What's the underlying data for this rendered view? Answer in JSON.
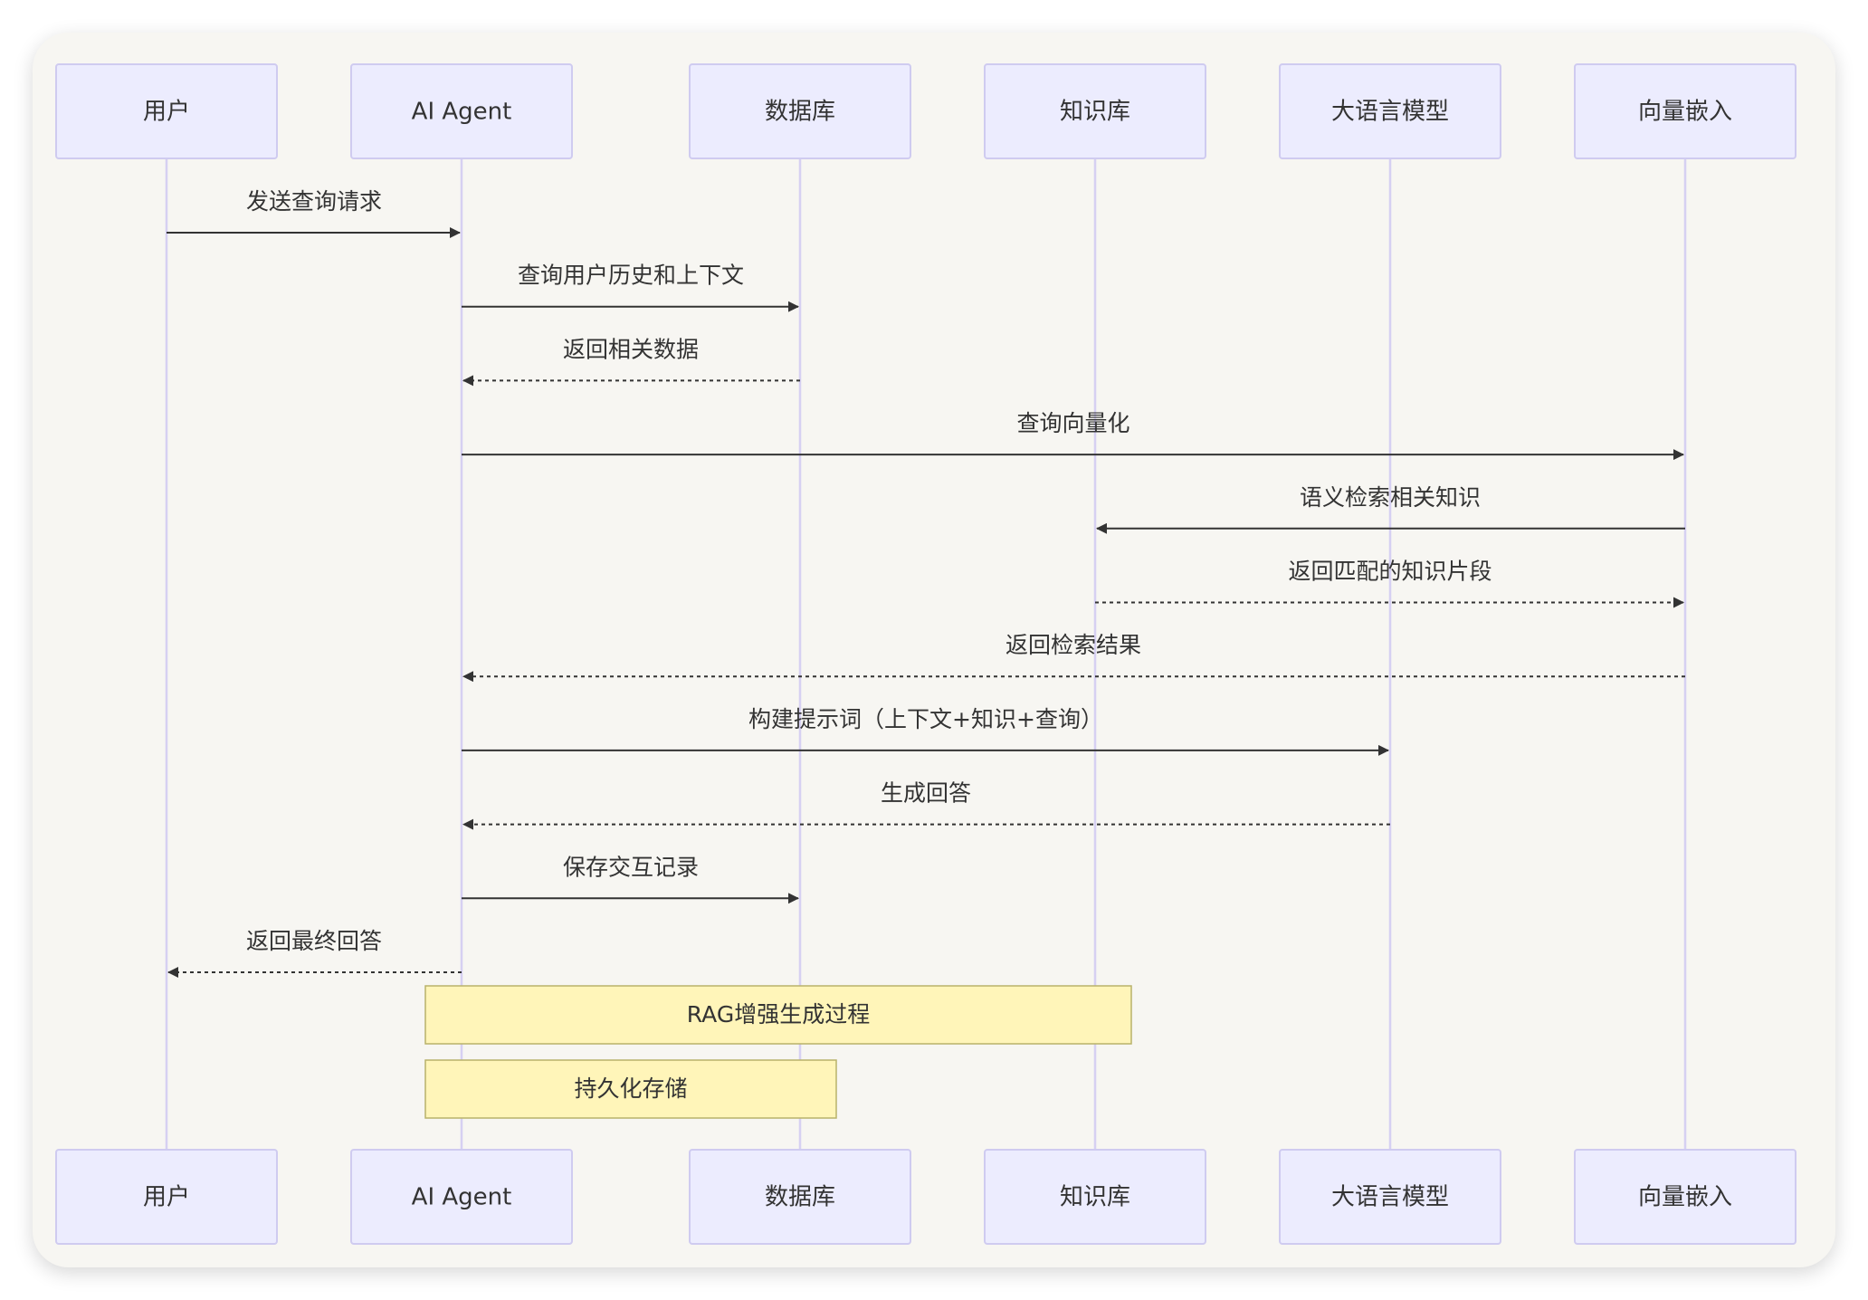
{
  "diagram": {
    "type": "sequence",
    "participants": [
      "用户",
      "AI Agent",
      "数据库",
      "知识库",
      "大语言模型",
      "向量嵌入"
    ],
    "messages": [
      {
        "from": 0,
        "to": 1,
        "label": "发送查询请求",
        "style": "solid"
      },
      {
        "from": 1,
        "to": 2,
        "label": "查询用户历史和上下文",
        "style": "solid"
      },
      {
        "from": 2,
        "to": 1,
        "label": "返回相关数据",
        "style": "dashed"
      },
      {
        "from": 1,
        "to": 5,
        "label": "查询向量化",
        "style": "solid"
      },
      {
        "from": 5,
        "to": 3,
        "label": "语义检索相关知识",
        "style": "solid"
      },
      {
        "from": 3,
        "to": 5,
        "label": "返回匹配的知识片段",
        "style": "dashed"
      },
      {
        "from": 5,
        "to": 1,
        "label": "返回检索结果",
        "style": "dashed"
      },
      {
        "from": 1,
        "to": 4,
        "label": "构建提示词（上下文+知识+查询）",
        "style": "solid"
      },
      {
        "from": 4,
        "to": 1,
        "label": "生成回答",
        "style": "dashed"
      },
      {
        "from": 1,
        "to": 2,
        "label": "保存交互记录",
        "style": "solid"
      },
      {
        "from": 1,
        "to": 0,
        "label": "返回最终回答",
        "style": "dashed"
      }
    ],
    "notes": [
      {
        "from": 1,
        "to": 3,
        "label": "RAG增强生成过程"
      },
      {
        "from": 1,
        "to": 2,
        "label": "持久化存储"
      }
    ]
  },
  "colors": {
    "actor_fill": "#ececfe",
    "actor_stroke": "#cfcbf0",
    "lifeline": "#d6d0f2",
    "arrow": "#333333",
    "note_fill": "#fff5b9",
    "note_stroke": "#b9b26a",
    "background": "#f7f6f2"
  }
}
